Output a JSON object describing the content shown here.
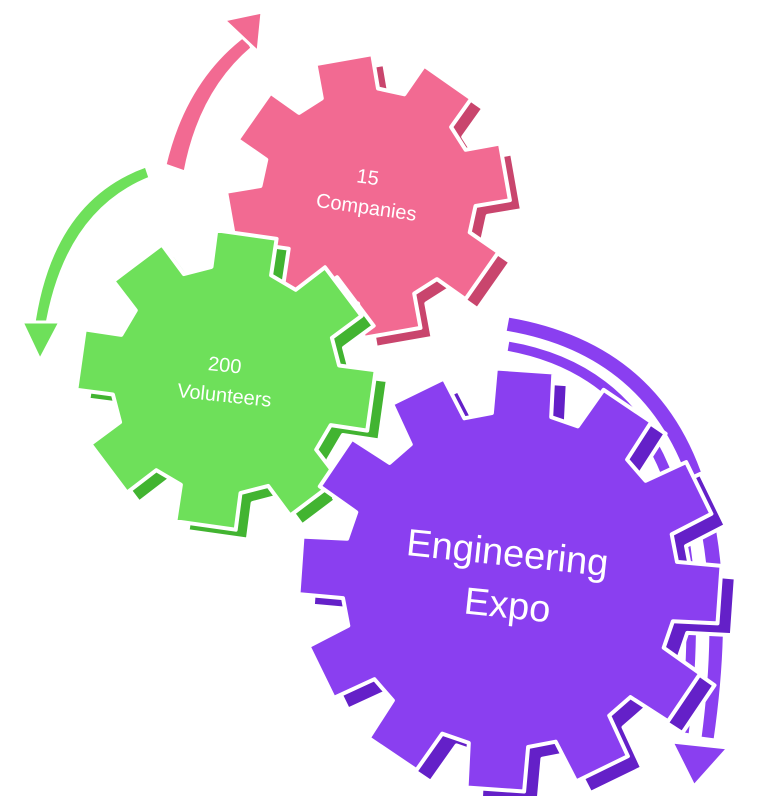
{
  "colors": {
    "background": "#ffffff",
    "pink": "#f26a92",
    "pink_dark": "#c9456d",
    "green": "#6ee05a",
    "green_dark": "#42b431",
    "purple": "#8a3ff0",
    "purple_dark": "#6420c8",
    "label": "#ffffff"
  },
  "gears": [
    {
      "id": "companies",
      "color": "pink",
      "lines": [
        "15",
        "Companies"
      ],
      "icon": "gear-icon"
    },
    {
      "id": "volunteers",
      "color": "green",
      "lines": [
        "200",
        "Volunteers"
      ],
      "icon": "gear-icon"
    },
    {
      "id": "expo",
      "color": "purple",
      "lines": [
        "Engineering",
        "Expo"
      ],
      "icon": "gear-icon"
    }
  ],
  "arrows": [
    {
      "id": "pink-arrow",
      "color": "pink",
      "icon": "curved-arrow-icon",
      "direction": "clockwise"
    },
    {
      "id": "green-arrow",
      "color": "green",
      "icon": "curved-arrow-icon",
      "direction": "counter-clockwise"
    },
    {
      "id": "purple-arrow",
      "color": "purple",
      "icon": "curved-arrow-icon",
      "direction": "clockwise"
    }
  ]
}
